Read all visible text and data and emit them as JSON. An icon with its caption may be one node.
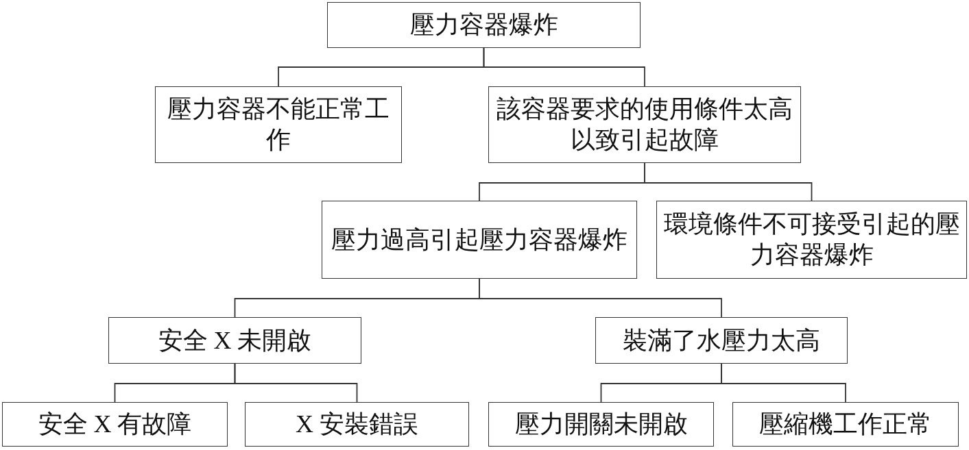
{
  "diagram": {
    "nodes": [
      {
        "text": [
          "壓力容器爆炸"
        ]
      },
      {
        "text": [
          "壓力容器不能正常工作"
        ]
      },
      {
        "text": [
          "該容器要求的使用條件太高以致引起故障"
        ]
      },
      {
        "text": [
          "壓力過高引起壓力容器爆炸"
        ]
      },
      {
        "text": [
          "環境條件不可接受引起的壓力容器爆炸"
        ]
      },
      {
        "text": [
          "安全 X 未開啟"
        ]
      },
      {
        "text": [
          "裝滿了水壓力太高"
        ]
      },
      {
        "text": [
          "安全 X 有故障"
        ]
      },
      {
        "text": [
          "X 安裝錯誤"
        ]
      },
      {
        "text": [
          "壓力開關未開啟"
        ]
      },
      {
        "text": [
          "壓縮機工作正常"
        ]
      }
    ],
    "edges": [
      {
        "from": 0,
        "to": 1,
        "arrow": "none"
      },
      {
        "from": 0,
        "to": 2,
        "arrow": "none"
      },
      {
        "from": 2,
        "to": 3,
        "arrow": "none"
      },
      {
        "from": 2,
        "to": 4,
        "arrow": "none"
      },
      {
        "from": 3,
        "to": 5,
        "arrow": "none"
      },
      {
        "from": 3,
        "to": 6,
        "arrow": "none"
      },
      {
        "from": 5,
        "to": 7,
        "arrow": "none"
      },
      {
        "from": 5,
        "to": 8,
        "arrow": "none"
      },
      {
        "from": 6,
        "to": 9,
        "arrow": "none"
      },
      {
        "from": 6,
        "to": 10,
        "arrow": "none"
      }
    ]
  }
}
